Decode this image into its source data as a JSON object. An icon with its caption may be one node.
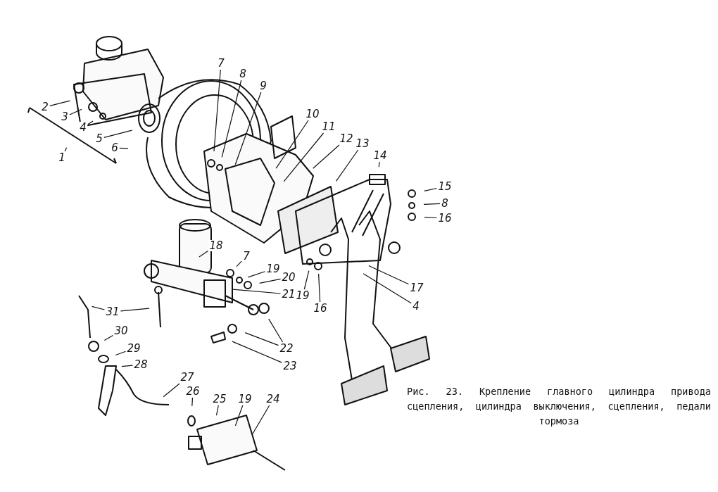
{
  "diagram": {
    "caption": "Рис. 23. Крепление главного цилиндра привода сцепления, цилиндра выключения, сцепления, педали тормоза",
    "nodes": [
      {
        "text": [
          "2"
        ]
      },
      {
        "text": [
          "3"
        ]
      },
      {
        "text": [
          "4"
        ]
      },
      {
        "text": [
          "5"
        ]
      },
      {
        "text": [
          "6"
        ]
      },
      {
        "text": [
          "1"
        ]
      },
      {
        "text": [
          "7"
        ]
      },
      {
        "text": [
          "8"
        ]
      },
      {
        "text": [
          "9"
        ]
      },
      {
        "text": [
          "10"
        ]
      },
      {
        "text": [
          "11"
        ]
      },
      {
        "text": [
          "12"
        ]
      },
      {
        "text": [
          "13"
        ]
      },
      {
        "text": [
          "14"
        ]
      },
      {
        "text": [
          "15"
        ]
      },
      {
        "text": [
          "8"
        ]
      },
      {
        "text": [
          "16"
        ]
      },
      {
        "text": [
          "18"
        ]
      },
      {
        "text": [
          "7"
        ]
      },
      {
        "text": [
          "19"
        ]
      },
      {
        "text": [
          "20"
        ]
      },
      {
        "text": [
          "21"
        ]
      },
      {
        "text": [
          "17"
        ]
      },
      {
        "text": [
          "4"
        ]
      },
      {
        "text": [
          "19"
        ]
      },
      {
        "text": [
          "16"
        ]
      },
      {
        "text": [
          "31"
        ]
      },
      {
        "text": [
          "30"
        ]
      },
      {
        "text": [
          "29"
        ]
      },
      {
        "text": [
          "28"
        ]
      },
      {
        "text": [
          "22"
        ]
      },
      {
        "text": [
          "23"
        ]
      },
      {
        "text": [
          "27"
        ]
      },
      {
        "text": [
          "26"
        ]
      },
      {
        "text": [
          "25"
        ]
      },
      {
        "text": [
          "19"
        ]
      },
      {
        "text": [
          "24"
        ]
      }
    ],
    "edges": [
      {
        "from": 0,
        "to": null,
        "arrow": "none"
      },
      {
        "from": 1,
        "to": null,
        "arrow": "none"
      },
      {
        "from": 2,
        "to": null,
        "arrow": "none"
      },
      {
        "from": 3,
        "to": null,
        "arrow": "none"
      },
      {
        "from": 4,
        "to": null,
        "arrow": "none"
      },
      {
        "from": 5,
        "to": null,
        "arrow": "none"
      },
      {
        "from": 6,
        "to": null,
        "arrow": "none"
      },
      {
        "from": 7,
        "to": null,
        "arrow": "none"
      },
      {
        "from": 8,
        "to": null,
        "arrow": "none"
      },
      {
        "from": 9,
        "to": null,
        "arrow": "none"
      },
      {
        "from": 10,
        "to": null,
        "arrow": "none"
      },
      {
        "from": 11,
        "to": null,
        "arrow": "none"
      },
      {
        "from": 12,
        "to": null,
        "arrow": "none"
      },
      {
        "from": 13,
        "to": null,
        "arrow": "none"
      },
      {
        "from": 14,
        "to": null,
        "arrow": "none"
      },
      {
        "from": 15,
        "to": null,
        "arrow": "none"
      },
      {
        "from": 16,
        "to": null,
        "arrow": "none"
      },
      {
        "from": 17,
        "to": null,
        "arrow": "none"
      },
      {
        "from": 18,
        "to": null,
        "arrow": "none"
      },
      {
        "from": 19,
        "to": null,
        "arrow": "none"
      },
      {
        "from": 20,
        "to": null,
        "arrow": "none"
      },
      {
        "from": 21,
        "to": null,
        "arrow": "none"
      },
      {
        "from": 22,
        "to": null,
        "arrow": "none"
      },
      {
        "from": 23,
        "to": null,
        "arrow": "none"
      },
      {
        "from": 24,
        "to": null,
        "arrow": "none"
      },
      {
        "from": 25,
        "to": null,
        "arrow": "none"
      },
      {
        "from": 26,
        "to": null,
        "arrow": "none"
      },
      {
        "from": 26,
        "to": null,
        "arrow": "none"
      },
      {
        "from": 27,
        "to": null,
        "arrow": "none"
      },
      {
        "from": 28,
        "to": null,
        "arrow": "none"
      },
      {
        "from": 29,
        "to": null,
        "arrow": "none"
      },
      {
        "from": 30,
        "to": null,
        "arrow": "none"
      },
      {
        "from": 30,
        "to": null,
        "arrow": "none"
      },
      {
        "from": 31,
        "to": null,
        "arrow": "none"
      },
      {
        "from": 32,
        "to": null,
        "arrow": "none"
      },
      {
        "from": 33,
        "to": null,
        "arrow": "none"
      },
      {
        "from": 34,
        "to": null,
        "arrow": "none"
      },
      {
        "from": 35,
        "to": null,
        "arrow": "none"
      },
      {
        "from": 36,
        "to": null,
        "arrow": "none"
      }
    ]
  }
}
